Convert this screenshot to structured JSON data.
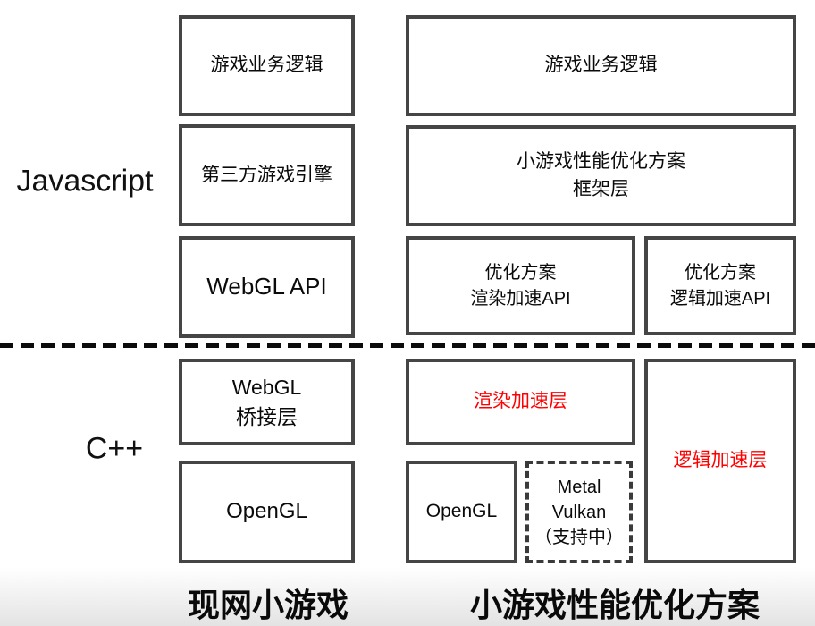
{
  "labels": {
    "javascript": "Javascript",
    "cpp": "C++"
  },
  "left_stack": {
    "game_logic": "游戏业务逻辑",
    "third_party_engine": "第三方游戏引擎",
    "webgl_api": "WebGL API",
    "webgl_bridge": "WebGL\n桥接层",
    "opengl": "OpenGL",
    "caption": "现网小游戏"
  },
  "right_stack": {
    "game_logic": "游戏业务逻辑",
    "framework": "小游戏性能优化方案\n框架层",
    "render_api": "优化方案\n渲染加速API",
    "logic_api": "优化方案\n逻辑加速API",
    "render_layer": "渲染加速层",
    "logic_layer": "逻辑加速层",
    "opengl": "OpenGL",
    "metal_vulkan": "Metal\nVulkan\n（支持中）",
    "caption": "小游戏性能优化方案"
  },
  "colors": {
    "box_border": "#454545",
    "accent_red": "#ff0000",
    "text": "#0a0a0a",
    "divider": "#0b0b0b",
    "background": "#ffffff"
  }
}
